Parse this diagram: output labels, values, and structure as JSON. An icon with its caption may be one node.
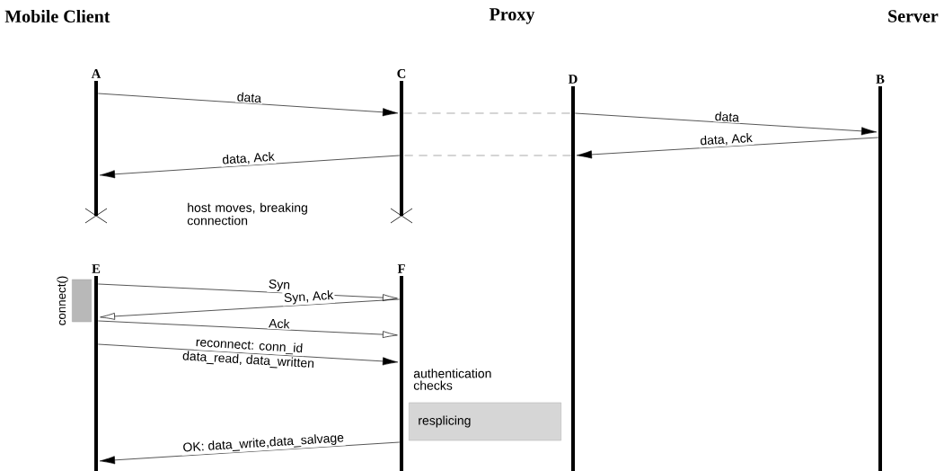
{
  "diagram": {
    "nodes": [
      {
        "text": [
          "A"
        ]
      },
      {
        "text": [
          "C"
        ]
      },
      {
        "text": [
          "D"
        ]
      },
      {
        "text": [
          "B"
        ]
      },
      {
        "text": [
          "E"
        ]
      },
      {
        "text": [
          "F"
        ]
      },
      {
        "text": [
          "connect()"
        ]
      },
      {
        "text": [
          "resplicing"
        ]
      }
    ],
    "edges": [
      {
        "from": 0,
        "to": 1,
        "arrow": "to",
        "label": "data"
      },
      {
        "from": 1,
        "to": 2,
        "arrow": "none",
        "style": "dashed",
        "color": "#808080"
      },
      {
        "from": 2,
        "to": 3,
        "arrow": "to",
        "label": "data"
      },
      {
        "from": 3,
        "to": 2,
        "arrow": "to",
        "label": "data, Ack"
      },
      {
        "from": 2,
        "to": 1,
        "arrow": "none",
        "style": "dashed",
        "color": "#808080"
      },
      {
        "from": 1,
        "to": 0,
        "arrow": "to",
        "label": "data, Ack"
      },
      {
        "from": 4,
        "to": 5,
        "arrow": "to",
        "label": "Syn"
      },
      {
        "from": 5,
        "to": 4,
        "arrow": "to",
        "label": "Syn, Ack"
      },
      {
        "from": 4,
        "to": 5,
        "arrow": "to",
        "label": "Ack"
      },
      {
        "from": 4,
        "to": 5,
        "arrow": "to",
        "label": "reconnect: conn_id"
      },
      {
        "from": 5,
        "to": 4,
        "arrow": "to",
        "label": "OK: data_write,data_salvage"
      }
    ],
    "labels": [
      "Mobile Client",
      "Proxy",
      "Server",
      "host moves, breaking connection",
      "data_read, data_written",
      "authentication checks"
    ]
  }
}
